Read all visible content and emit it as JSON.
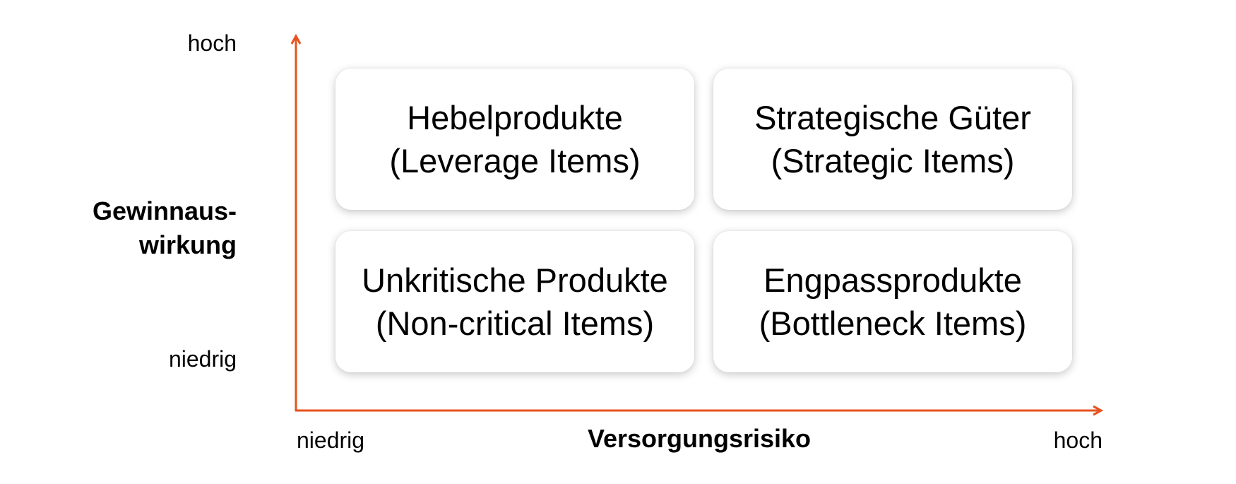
{
  "colors": {
    "axis": "#E8521C",
    "box_background": "#FFFFFF",
    "text": "#000000"
  },
  "y_axis": {
    "title_line1": "Gewinnaus-",
    "title_line2": "wirkung",
    "high_label": "hoch",
    "low_label": "niedrig"
  },
  "x_axis": {
    "title": "Versorgungsrisiko",
    "low_label": "niedrig",
    "high_label": "hoch"
  },
  "quadrants": {
    "top_left": {
      "line1": "Hebelprodukte",
      "line2": "(Leverage Items)"
    },
    "top_right": {
      "line1": "Strategische Güter",
      "line2": "(Strategic Items)"
    },
    "bottom_left": {
      "line1": "Unkritische Produkte",
      "line2": "(Non-critical Items)"
    },
    "bottom_right": {
      "line1": "Engpassprodukte",
      "line2": "(Bottleneck Items)"
    }
  }
}
